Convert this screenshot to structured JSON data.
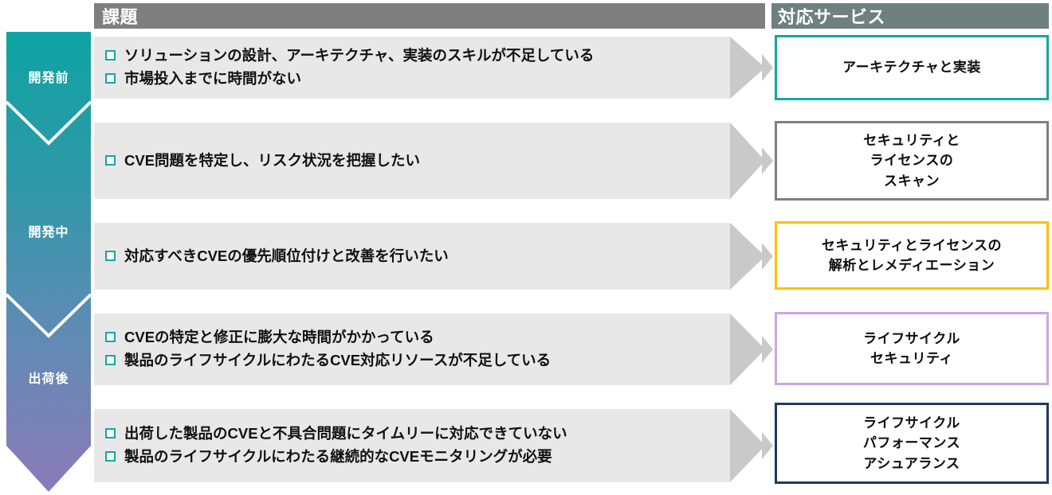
{
  "header": {
    "challenge_label": "課題",
    "service_label": "対応サービス",
    "challenge_bg": "#7F7F7F",
    "service_bg": "#6E8080"
  },
  "timeline": {
    "gradient_start": "#0FA3A3",
    "gradient_end": "#8B7BB8",
    "phases": [
      {
        "label": "開発前"
      },
      {
        "label": "開発中"
      },
      {
        "label": "出荷後"
      }
    ]
  },
  "rows": [
    {
      "bullet_color": "#12A8A0",
      "band_bg": "#E8E8E8",
      "challenges": [
        "ソリューションの設計、アーキテクチャ、実装のスキルが不足している",
        "市場投入までに時間がない"
      ],
      "service": {
        "lines": [
          "アーキテクチャと実装"
        ],
        "border_color": "#12A89E"
      }
    },
    {
      "bullet_color": "#12A8A0",
      "band_bg": "#E8E8E8",
      "challenges": [
        "CVE問題を特定し、リスク状況を把握したい"
      ],
      "service": {
        "lines": [
          "セキュリティと",
          "ライセンスの",
          "スキャン"
        ],
        "border_color": "#7F7F7F"
      }
    },
    {
      "bullet_color": "#12A8A0",
      "band_bg": "#E8E8E8",
      "challenges": [
        "対応すべきCVEの優先順位付けと改善を行いたい"
      ],
      "service": {
        "lines": [
          "セキュリティとライセンスの",
          "解析とレメディエーション"
        ],
        "border_color": "#FFC000"
      }
    },
    {
      "bullet_color": "#12A8A0",
      "band_bg": "#E8E8E8",
      "challenges": [
        "CVEの特定と修正に膨大な時間がかかっている",
        "製品のライフサイクルにわたるCVE対応リソースが不足している"
      ],
      "service": {
        "lines": [
          "ライフサイクル",
          "セキュリティ"
        ],
        "border_color": "#C9A8E0"
      }
    },
    {
      "bullet_color": "#12A8A0",
      "band_bg": "#E8E8E8",
      "challenges": [
        "出荷した製品のCVEと不具合問題にタイムリーに対応できていない",
        "製品のライフサイクルにわたる継続的なCVEモニタリングが必要"
      ],
      "service": {
        "lines": [
          "ライフサイクル",
          "パフォーマンス",
          "アシュアランス"
        ],
        "border_color": "#1F3864"
      }
    }
  ]
}
